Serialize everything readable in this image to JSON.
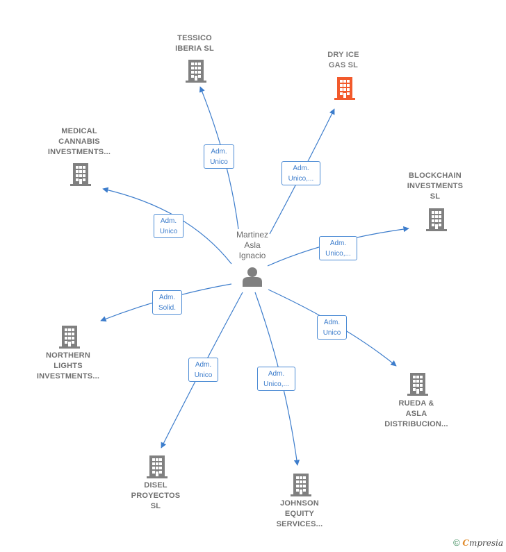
{
  "colors": {
    "edge": "#3d7dcc",
    "building": "#808080",
    "building_highlight": "#f25a2c",
    "person": "#808080"
  },
  "center": {
    "label": "Martinez\nAsla\nIgnacio",
    "icon": "person-icon"
  },
  "companies": [
    {
      "id": "tessico",
      "label": "TESSICO\nIBERIA  SL",
      "highlight": false,
      "icon": "building-icon"
    },
    {
      "id": "dry-ice",
      "label": "DRY ICE\nGAS  SL",
      "highlight": true,
      "icon": "building-icon"
    },
    {
      "id": "medical-cannabis",
      "label": "MEDICAL\nCANNABIS\nINVESTMENTS...",
      "highlight": false,
      "icon": "building-icon"
    },
    {
      "id": "blockchain",
      "label": "BLOCKCHAIN\nINVESTMENTS\nSL",
      "highlight": false,
      "icon": "building-icon"
    },
    {
      "id": "northern-lights",
      "label": "NORTHERN\nLIGHTS\nINVESTMENTS...",
      "highlight": false,
      "icon": "building-icon"
    },
    {
      "id": "rueda-asla",
      "label": "RUEDA &\nASLA\nDISTRIBUCION...",
      "highlight": false,
      "icon": "building-icon"
    },
    {
      "id": "disel",
      "label": "DISEL\nPROYECTOS\nSL",
      "highlight": false,
      "icon": "building-icon"
    },
    {
      "id": "johnson",
      "label": "JOHNSON\nEQUITY\nSERVICES...",
      "highlight": false,
      "icon": "building-icon"
    }
  ],
  "relations": [
    {
      "target": "tessico",
      "label": "Adm.\nUnico"
    },
    {
      "target": "dry-ice",
      "label": "Adm.\nUnico,..."
    },
    {
      "target": "medical-cannabis",
      "label": "Adm.\nUnico"
    },
    {
      "target": "blockchain",
      "label": "Adm.\nUnico,..."
    },
    {
      "target": "northern-lights",
      "label": "Adm.\nSolid."
    },
    {
      "target": "rueda-asla",
      "label": "Adm.\nUnico"
    },
    {
      "target": "disel",
      "label": "Adm.\nUnico"
    },
    {
      "target": "johnson",
      "label": "Adm.\nUnico,..."
    }
  ],
  "footer": {
    "copyright": "©",
    "brand_initial": "C",
    "brand_rest": "mpresia"
  }
}
